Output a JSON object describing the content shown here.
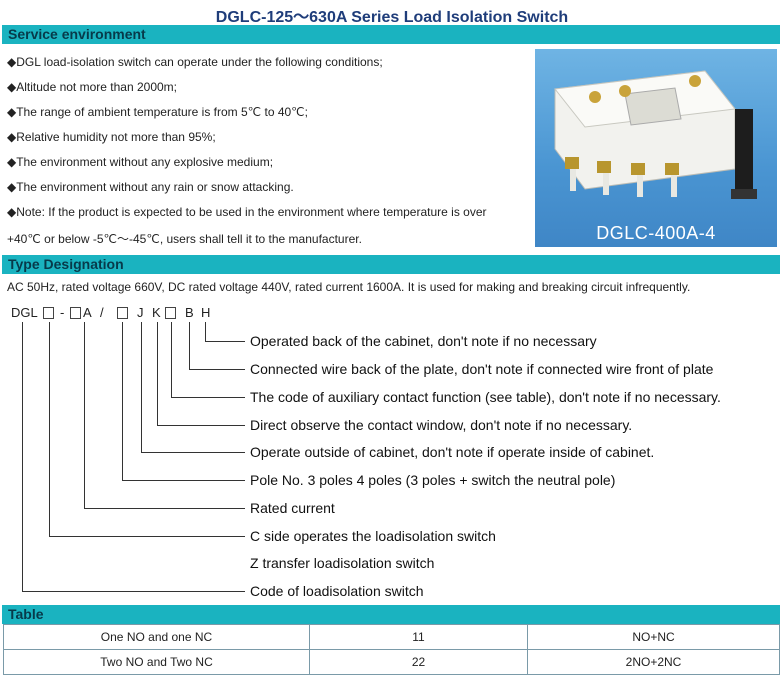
{
  "title": "DGLC-125～630A Series Load Isolation Switch",
  "sections": {
    "service": "Service environment",
    "type": "Type Designation",
    "table": "Table"
  },
  "service_lines": [
    "◆DGL load-isolation switch can operate under the following conditions;",
    "◆Altitude not more than 2000m;",
    "◆The range of ambient temperature is from 5℃ to 40℃;",
    "◆Relative humidity not more than 95%;",
    "◆The environment without any explosive medium;",
    "◆The environment without any rain or snow attacking.",
    "◆Note: If the product is expected to be used in the environment where temperature is over",
    "+40℃ or below -5℃～-45℃, users shall tell it to the manufacturer."
  ],
  "photo_label": "DGLC-400A-4",
  "type_intro": "AC 50Hz, rated voltage 660V, DC rated voltage 440V, rated current 1600A. It is used for making and breaking circuit infrequently.",
  "code_chars": {
    "dgl": "DGL",
    "dash": "-",
    "a": "A",
    "slash": "/",
    "j": "J",
    "k": "K",
    "b": "B",
    "h": "H"
  },
  "descriptions": [
    "Operated back of the cabinet, don't note if no necessary",
    "Connected wire back of the plate, don't note if connected wire front of plate",
    "The code of auxiliary contact function (see table), don't note if no necessary.",
    "Direct observe the contact window, don't note if  no necessary.",
    "Operate outside of cabinet, don't note if operate inside of cabinet.",
    "Pole No.  3 poles     4 poles (3 poles + switch the neutral pole)",
    "Rated current",
    "C side operates the loadisolation switch",
    "Z transfer loadisolation switch",
    "Code of loadisolation switch"
  ],
  "table_rows": [
    [
      "One NO and one NC",
      "11",
      "NO+NC"
    ],
    [
      "Two NO and Two NC",
      "22",
      "2NO+2NC"
    ]
  ],
  "colors": {
    "section_bar": "#1ab3c0",
    "title": "#1f3d7a",
    "photo_bg": "#4a95d2"
  }
}
